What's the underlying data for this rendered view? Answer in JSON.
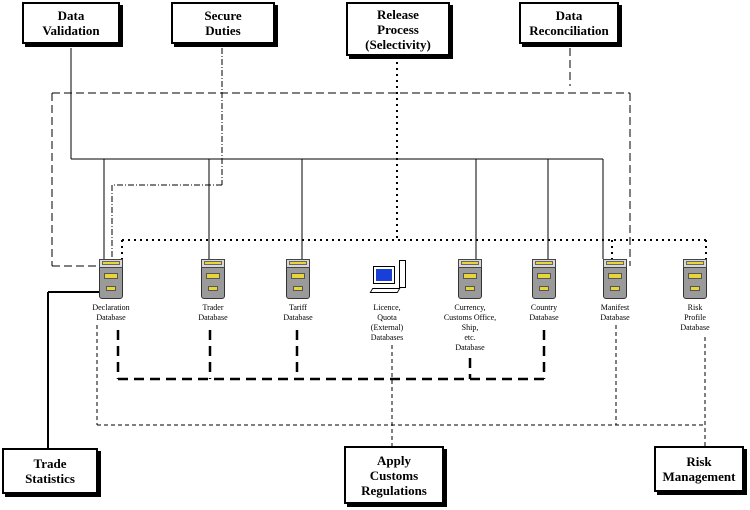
{
  "boxes": {
    "data_validation": "Data\nValidation",
    "secure_duties": "Secure\nDuties",
    "release_process": "Release\nProcess\n(Selectivity)",
    "data_reconciliation": "Data\nReconciliation",
    "trade_statistics": "Trade\nStatistics",
    "apply_customs_regulations": "Apply\nCustoms\nRegulations",
    "risk_management": "Risk\nManagement"
  },
  "databases": {
    "declaration": "Declaration\nDatabase",
    "trader": "Trader\nDatabase",
    "tariff": "Tariff\nDatabase",
    "licence": "Licence,\nQuota\n(External)\nDatabases",
    "currency": "Currency,\nCustoms Office,\nShip,\netc.\nDatabase",
    "country": "Country\nDatabase",
    "manifest": "Manifest\nDatabase",
    "risk_profile": "Risk\nProfile\nDatabase"
  },
  "colors": {
    "line": "#000000",
    "database_accent": "#e8d53a",
    "database_body": "#9a9a9a",
    "screen": "#1a3fd8"
  }
}
